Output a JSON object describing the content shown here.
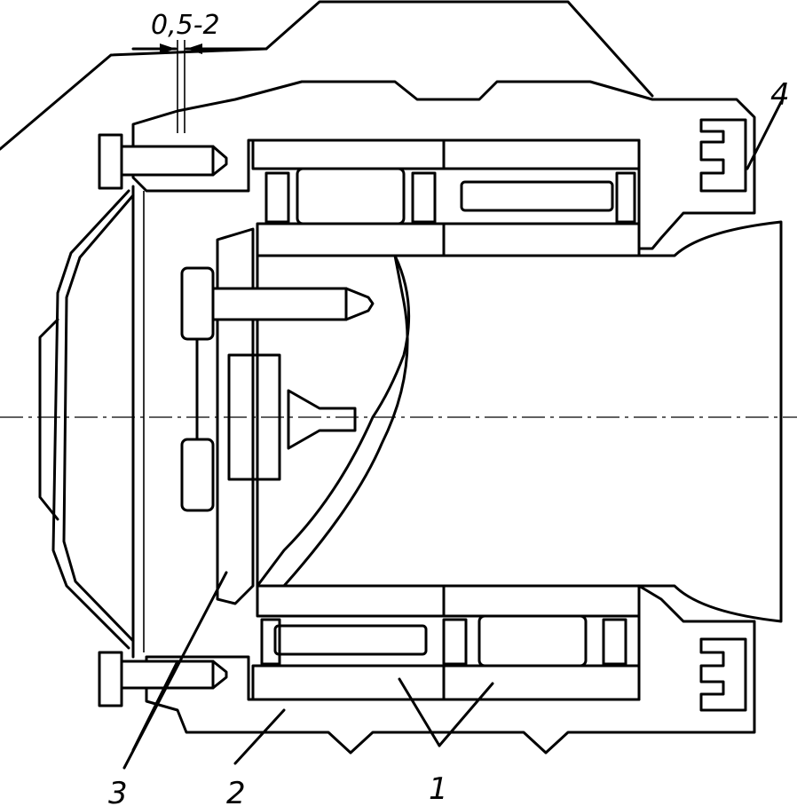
{
  "dimension_label": "0,5-2",
  "part_labels": [
    "1",
    "2",
    "3",
    "4"
  ]
}
